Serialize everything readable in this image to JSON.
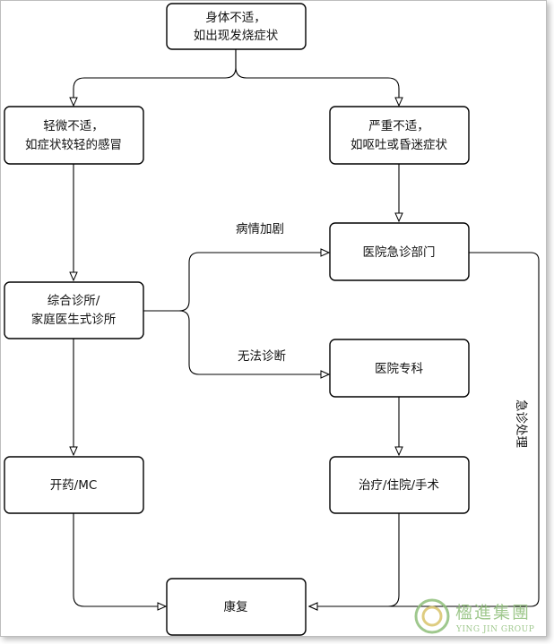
{
  "nodes": {
    "start": [
      "身体不适，",
      "如出现发烧症状"
    ],
    "mild": [
      "轻微不适，",
      "如症状较轻的感冒"
    ],
    "severe": [
      "严重不适，",
      "如呕吐或昏迷症状"
    ],
    "clinic": [
      "综合诊所/",
      "家庭医生式诊所"
    ],
    "er": [
      "医院急诊部门"
    ],
    "specialist": [
      "医院专科"
    ],
    "meds": [
      "开药/MC"
    ],
    "treatment": [
      "治疗/住院/手术"
    ],
    "recovery": [
      "康复"
    ]
  },
  "edge_labels": {
    "worsen": "病情加剧",
    "undiagnosed": "无法诊断",
    "emergency": "急诊处理"
  },
  "watermark": {
    "name": "楹進集團",
    "english": "YING JIN GROUP",
    "color": "#8fbf7a"
  }
}
